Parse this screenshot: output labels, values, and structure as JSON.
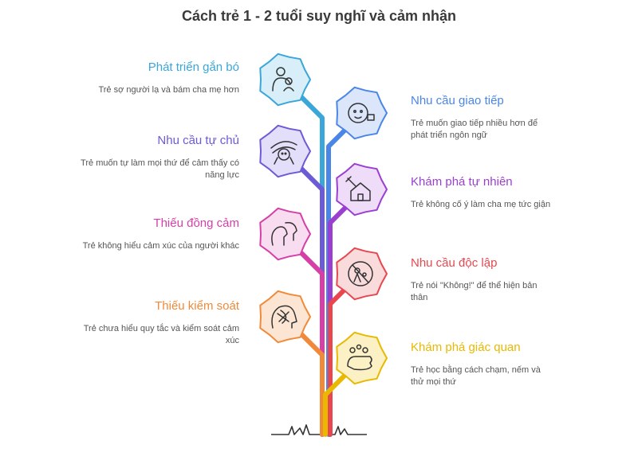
{
  "title": "Cách trẻ 1 - 2 tuổi suy nghĩ và cảm nhận",
  "items": [
    {
      "heading": "Phát triển gắn bó",
      "desc": "Trẻ sợ người lạ và bám cha mẹ hơn",
      "color": "#3aa6d9",
      "fill": "#d8eef8",
      "icon": "parent-child-icon"
    },
    {
      "heading": "Nhu cầu giao tiếp",
      "desc": "Trẻ muốn giao tiếp nhiều hơn để phát triển ngôn ngữ",
      "color": "#4a86e8",
      "fill": "#dbe6fb",
      "icon": "baby-talk-icon"
    },
    {
      "heading": "Nhu cầu tự chủ",
      "desc": "Trẻ muốn tự làm mọi thứ để cảm thấy có năng lực",
      "color": "#6b5bd6",
      "fill": "#e3dffa",
      "icon": "child-hands-icon"
    },
    {
      "heading": "Khám phá tự nhiên",
      "desc": "Trẻ không cố ý làm cha mẹ tức giận",
      "color": "#9b3fd1",
      "fill": "#eedcf8",
      "icon": "house-hammer-icon"
    },
    {
      "heading": "Thiếu đồng cảm",
      "desc": "Trẻ không hiểu cảm xúc của người khác",
      "color": "#d63fa8",
      "fill": "#f8dcef",
      "icon": "two-heads-icon"
    },
    {
      "heading": "Nhu cầu độc lập",
      "desc": "Trẻ nói \"Không!\" để thể hiện bản thân",
      "color": "#e8474f",
      "fill": "#fadbdc",
      "icon": "no-sign-icon"
    },
    {
      "heading": "Thiếu kiểm soát",
      "desc": "Trẻ chưa hiểu quy tắc và kiểm soát cảm xúc",
      "color": "#f08a3a",
      "fill": "#fce6d3",
      "icon": "head-tangle-icon"
    },
    {
      "heading": "Khám phá giác quan",
      "desc": "Trẻ học bằng cách chạm, nếm và thử mọi thứ",
      "color": "#e8b900",
      "fill": "#fcf1c4",
      "icon": "hand-wash-icon"
    }
  ]
}
